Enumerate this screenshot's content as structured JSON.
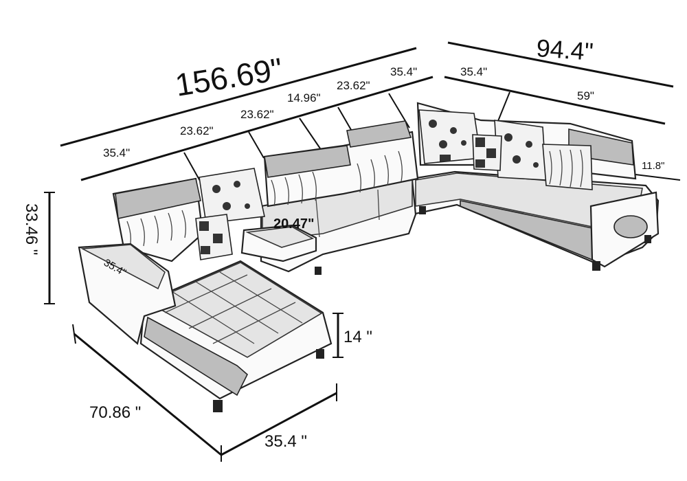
{
  "dimensions": {
    "total_width": "156.69\"",
    "right_width": "94.4\"",
    "seg_1": "35.4\"",
    "seg_2": "23.62\"",
    "seg_3": "23.62\"",
    "seg_4": "14.96\"",
    "seg_5": "23.62\"",
    "seg_6": "35.4\"",
    "right_seg_1": "35.4\"",
    "right_seg_2": "59\"",
    "armrest": "11.8\"",
    "height": "33.46 \"",
    "table_depth": "20.47\"",
    "chaise_arm": "35.4\"",
    "seat_height": "14 \"",
    "chaise_length": "70.86 \"",
    "chaise_width": "35.4 \""
  }
}
